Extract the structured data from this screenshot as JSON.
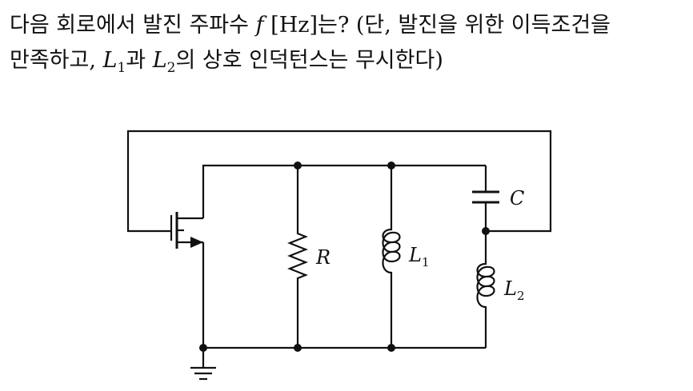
{
  "question": {
    "line1_a": "다음 회로에서 발진 주파수 ",
    "line1_f": "f",
    "line1_b": " [Hz]는? (단, 발진을 위한 이득조건을",
    "line2_a": "만족하고, ",
    "line2_L": "L",
    "line2_sub1": "1",
    "line2_mid": "과 ",
    "line2_L2": "L",
    "line2_sub2": "2",
    "line2_b": "의 상호 인덕턴스는 무시한다)"
  },
  "circuit": {
    "labels": {
      "R": "R",
      "L1": "L",
      "L1_sub": "1",
      "C": "C",
      "L2": "L",
      "L2_sub": "2"
    }
  }
}
